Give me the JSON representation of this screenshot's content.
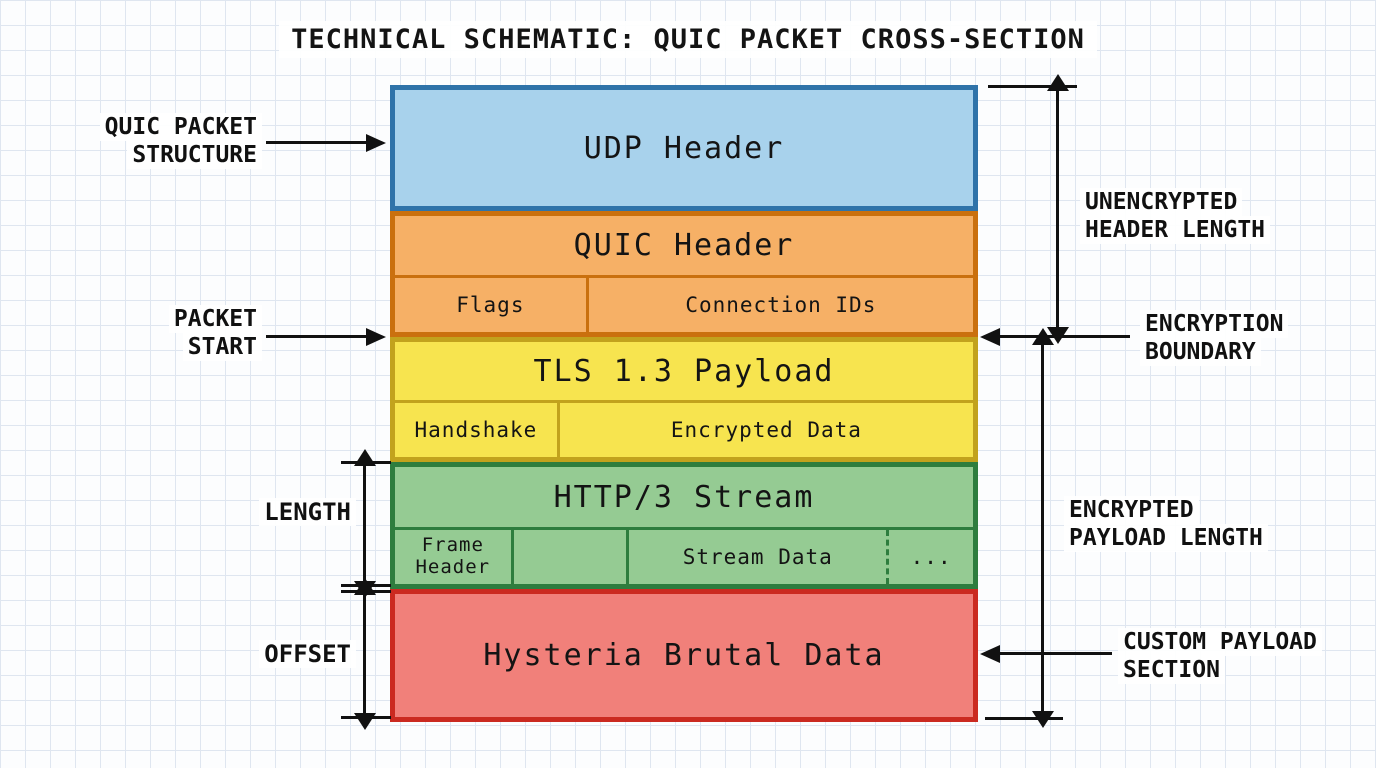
{
  "title": "TECHNICAL SCHEMATIC: QUIC PACKET CROSS-SECTION",
  "packet": {
    "layers": [
      {
        "title": "UDP Header",
        "fill": "#a8d2ec",
        "border": "#2f73a9",
        "cells": []
      },
      {
        "title": "QUIC Header",
        "fill": "#f6b066",
        "border": "#ca700e",
        "cells": [
          {
            "label": "Flags"
          },
          {
            "label": "Connection IDs"
          }
        ]
      },
      {
        "title": "TLS 1.3 Payload",
        "fill": "#f7e44f",
        "border": "#c2a21d",
        "cells": [
          {
            "label": "Handshake"
          },
          {
            "label": "Encrypted Data"
          }
        ]
      },
      {
        "title": "HTTP/3 Stream",
        "fill": "#95cb93",
        "border": "#2e7d3e",
        "cells": [
          {
            "label": "Frame Header"
          },
          {
            "label": ""
          },
          {
            "label": "Stream Data"
          },
          {
            "label": "..."
          }
        ]
      },
      {
        "title": "Hysteria Brutal Data",
        "fill": "#f1807a",
        "border": "#cb2a20",
        "cells": []
      }
    ]
  },
  "annotations": {
    "quic_packet_structure": {
      "line1": "QUIC PACKET",
      "line2": "STRUCTURE"
    },
    "packet_start": {
      "line1": "PACKET",
      "line2": "START"
    },
    "length": "LENGTH",
    "offset": "OFFSET",
    "unencrypted_header_length": {
      "line1": "UNENCRYPTED",
      "line2": "HEADER LENGTH"
    },
    "encryption_boundary": {
      "line1": "ENCRYPTION",
      "line2": "BOUNDARY"
    },
    "encrypted_payload_length": {
      "line1": "ENCRYPTED",
      "line2": "PAYLOAD LENGTH"
    },
    "custom_payload_section": {
      "line1": "CUSTOM PAYLOAD",
      "line2": "SECTION"
    }
  }
}
